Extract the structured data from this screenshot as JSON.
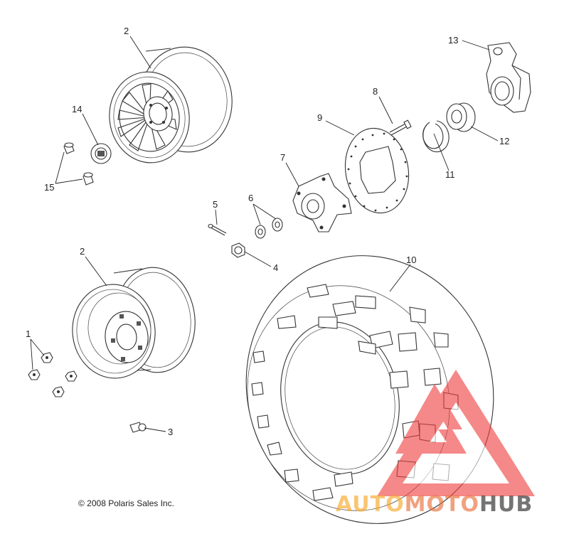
{
  "callouts": [
    {
      "id": "c2a",
      "label": "2"
    },
    {
      "id": "c14",
      "label": "14"
    },
    {
      "id": "c15",
      "label": "15"
    },
    {
      "id": "c2b",
      "label": "2"
    },
    {
      "id": "c1",
      "label": "1"
    },
    {
      "id": "c3",
      "label": "3"
    },
    {
      "id": "c5",
      "label": "5"
    },
    {
      "id": "c6",
      "label": "6"
    },
    {
      "id": "c4",
      "label": "4"
    },
    {
      "id": "c7",
      "label": "7"
    },
    {
      "id": "c9",
      "label": "9"
    },
    {
      "id": "c8",
      "label": "8"
    },
    {
      "id": "c11",
      "label": "11"
    },
    {
      "id": "c12",
      "label": "12"
    },
    {
      "id": "c13",
      "label": "13"
    },
    {
      "id": "c10",
      "label": "10"
    }
  ],
  "copyright": "© 2008 Polaris Sales Inc.",
  "watermark": {
    "part1": "AUTO",
    "part2": "MOTO",
    "part3": "HUB",
    "colors": {
      "triangle": "#f04040",
      "auto": "#f7a828",
      "moto": "#e8703c",
      "hub": "#464646"
    }
  }
}
